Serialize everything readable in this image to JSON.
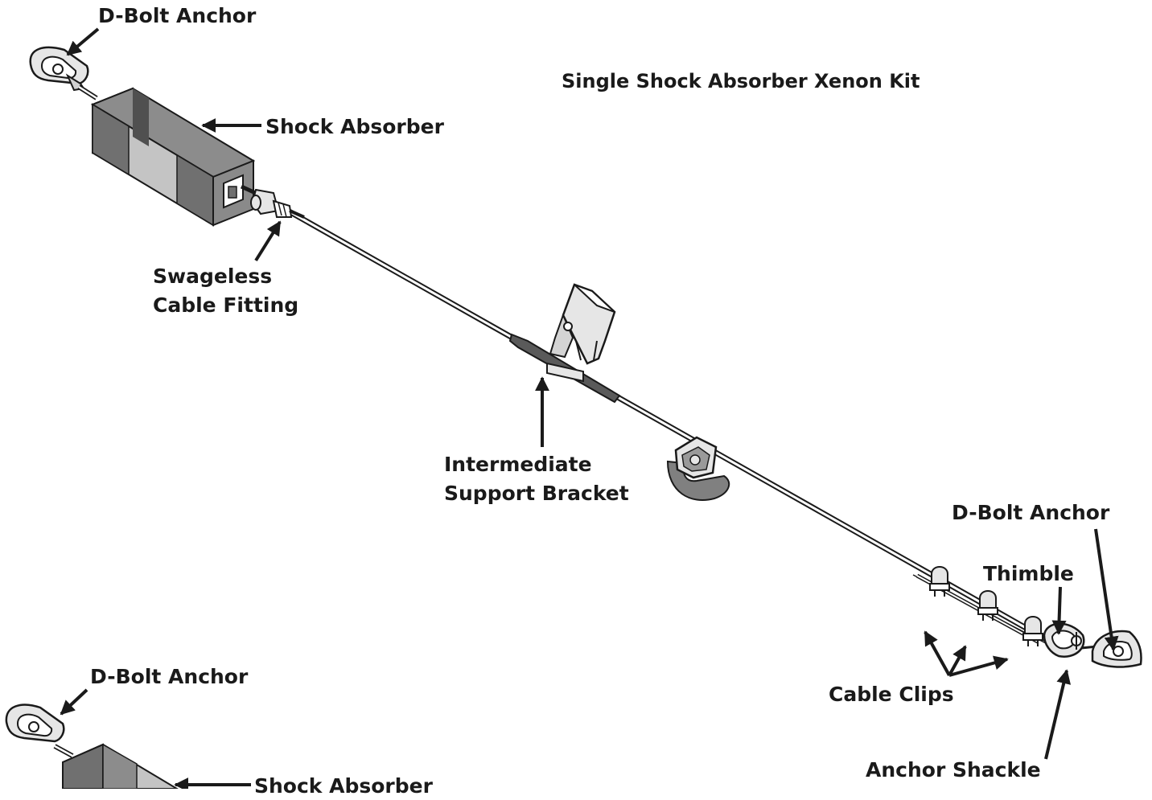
{
  "title": "Single Shock Absorber Xenon Kit",
  "labels": {
    "d_bolt_anchor_top": "D-Bolt Anchor",
    "shock_absorber_top": "Shock Absorber",
    "swageless_line1": "Swageless",
    "swageless_line2": "Cable Fitting",
    "intermediate_line1": "Intermediate",
    "intermediate_line2": "Support Bracket",
    "d_bolt_anchor_right": "D-Bolt Anchor",
    "thimble": "Thimble",
    "cable_clips": "Cable Clips",
    "anchor_shackle": "Anchor Shackle",
    "d_bolt_anchor_bottom": "D-Bolt Anchor",
    "shock_absorber_bottom": "Shock Absorber"
  },
  "colors": {
    "line": "#1a1a1a",
    "absorber_dark": "#707070",
    "absorber_light": "#c4c4c4",
    "sleeve": "#5a5a5a",
    "part_fill": "#e6e6e6"
  }
}
